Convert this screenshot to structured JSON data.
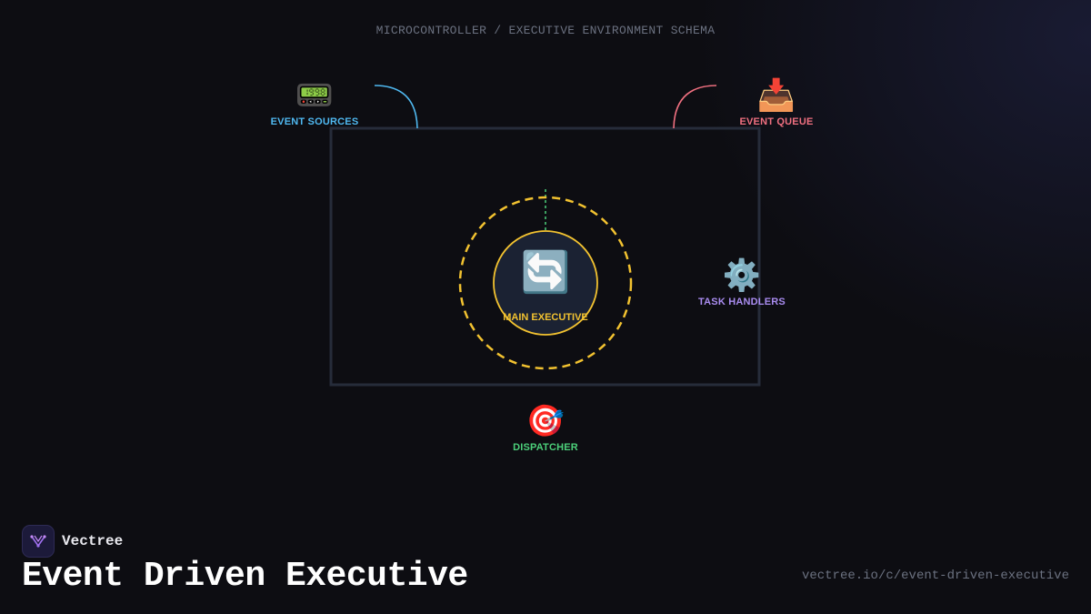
{
  "schema_label": "MICROCONTROLLER / EXECUTIVE ENVIRONMENT SCHEMA",
  "nodes": {
    "event_sources": {
      "label": "EVENT SOURCES",
      "icon": "pager-icon",
      "glyph": "📟",
      "color": "#4fb8f0"
    },
    "event_queue": {
      "label": "EVENT QUEUE",
      "icon": "inbox-tray-icon",
      "glyph": "📥",
      "color": "#f07080"
    },
    "task_handlers": {
      "label": "TASK HANDLERS",
      "icon": "gear-icon",
      "glyph": "⚙️",
      "color": "#a98cf0"
    },
    "dispatcher": {
      "label": "DISPATCHER",
      "icon": "target-icon",
      "glyph": "🎯",
      "color": "#4cd07a"
    }
  },
  "center": {
    "label": "MAIN EXECUTIVE",
    "icon": "loop-arrows-icon",
    "glyph": "🔄",
    "color": "#f2c230"
  },
  "brand": {
    "name": "Vectree",
    "icon": "vectree-logo-icon"
  },
  "title": "Event Driven Executive",
  "url": "vectree.io/c/event-driven-executive"
}
